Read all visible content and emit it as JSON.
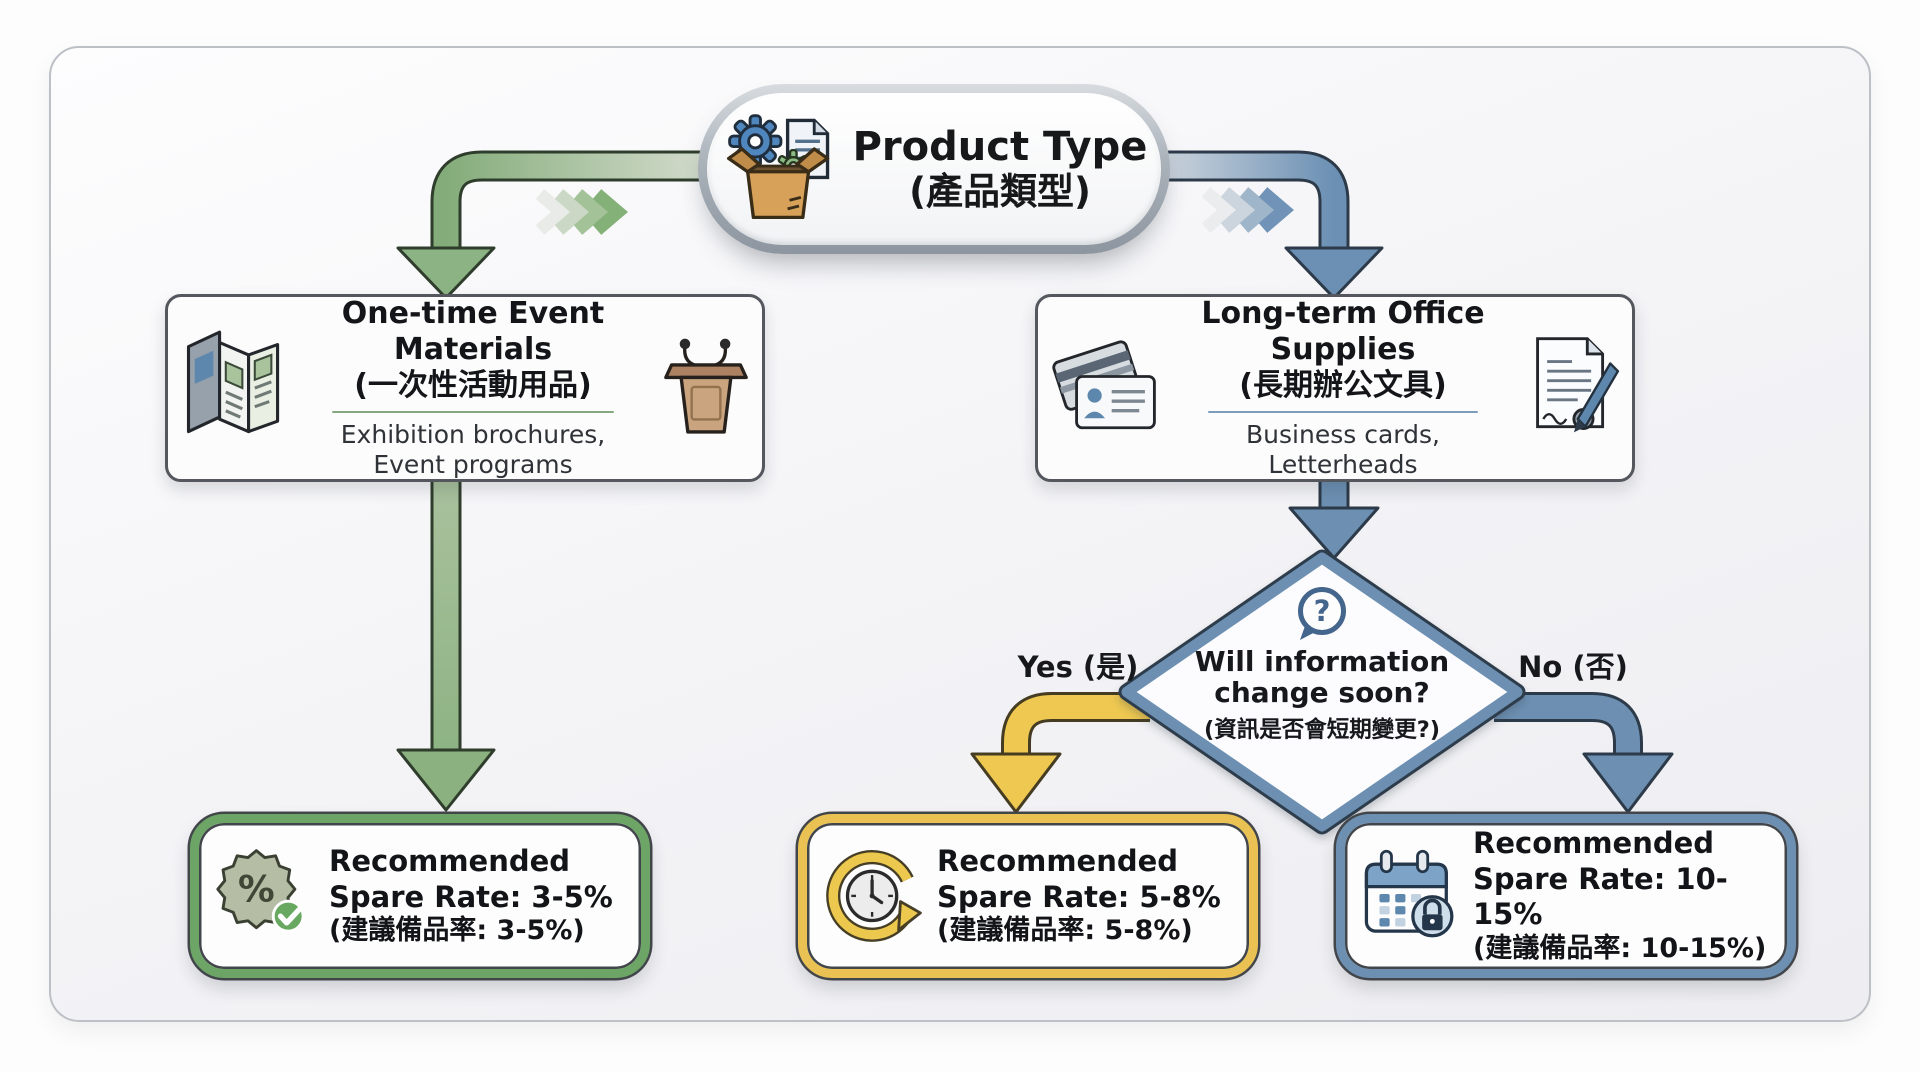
{
  "root": {
    "title": "Product Type",
    "subtitle": "(產品類型)",
    "icon": "gears-document-box-icon"
  },
  "left_branch": {
    "title": "One-time Event Materials",
    "title_zh": "(一次性活動用品)",
    "desc1": "Exhibition brochures,",
    "desc2": "Event programs",
    "icon_left": "trifold-brochure-icon",
    "icon_right": "podium-microphones-icon"
  },
  "right_branch": {
    "title": "Long-term Office Supplies",
    "title_zh": "(長期辦公文具)",
    "desc1": "Business cards,",
    "desc2": "Letterheads",
    "icon_left": "business-cards-icon",
    "icon_right": "letterhead-pen-seal-icon"
  },
  "decision": {
    "line1": "Will information",
    "line2": "change soon?",
    "line_zh": "(資訊是否會短期變更?)",
    "yes_label": "Yes (是)",
    "no_label": "No (否)",
    "icon": "question-speech-bubble-icon",
    "glyph": "?"
  },
  "results": {
    "low": {
      "line1": "Recommended",
      "line2": "Spare Rate: 3-5%",
      "line_zh": "(建議備品率: 3-5%)",
      "icon": "percent-badge-check-icon",
      "glyph": "%"
    },
    "mid": {
      "line1": "Recommended",
      "line2": "Spare Rate: 5-8%",
      "line_zh": "(建議備品率: 5-8%)",
      "icon": "clock-refresh-icon"
    },
    "high": {
      "line1": "Recommended",
      "line2": "Spare Rate: 10-15%",
      "line_zh": "(建議備品率: 10-15%)",
      "icon": "calendar-lock-icon"
    }
  },
  "colors": {
    "green_arrow": "#8cb383",
    "blue_arrow": "#6d90b2",
    "yellow_arrow": "#eec850",
    "green_border": "#6ca565",
    "blue_border": "#6d90b2",
    "yellow_border": "#e9c253"
  }
}
